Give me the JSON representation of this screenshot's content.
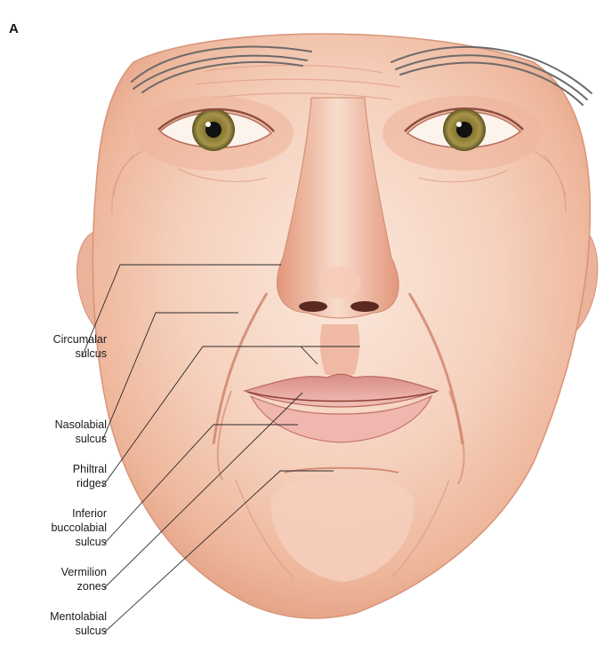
{
  "figure": {
    "panel_letter": "A",
    "labels": {
      "circumalar": [
        "Circumalar",
        "sulcus"
      ],
      "nasolabial": [
        "Nasolabial",
        "sulcus"
      ],
      "philtral": [
        "Philtral",
        "ridges"
      ],
      "inferior_buccolabial": [
        "Inferior",
        "buccolabial",
        "sulcus"
      ],
      "vermilion": [
        "Vermilion",
        "zones"
      ],
      "mentolabial": [
        "Mentolabial",
        "sulcus"
      ]
    },
    "colors": {
      "skin_light": "#f7dccb",
      "skin_mid": "#eeb79c",
      "skin_shadow": "#d98b70",
      "lip": "#e8a3a0",
      "iris": "#9a8a3c",
      "hair": "#6e6a6a",
      "leader_line": "#2a2a2a"
    }
  }
}
